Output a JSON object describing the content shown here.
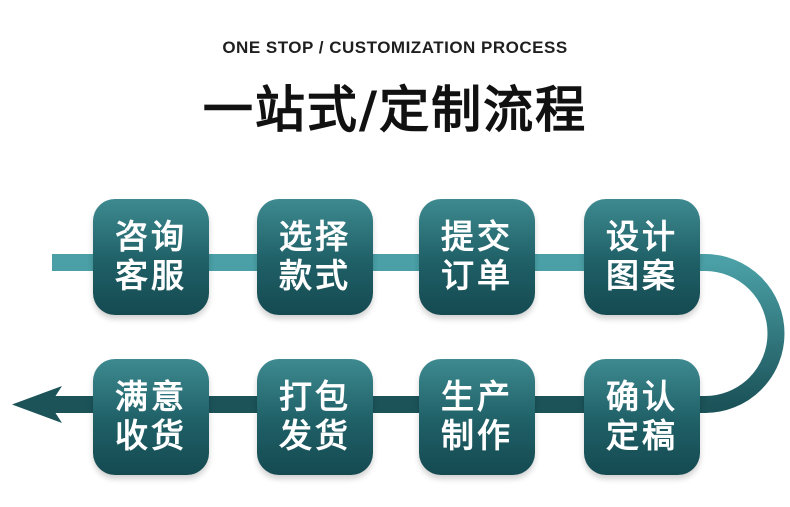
{
  "header": {
    "subtitle": "ONE STOP / CUSTOMIZATION PROCESS",
    "title": "一站式/定制流程"
  },
  "colors": {
    "teal_light": "#4aa0a6",
    "teal_dark": "#1b5359",
    "text_dark": "#111111"
  },
  "steps": [
    {
      "line1": "咨询",
      "line2": "客服"
    },
    {
      "line1": "选择",
      "line2": "款式"
    },
    {
      "line1": "提交",
      "line2": "订单"
    },
    {
      "line1": "设计",
      "line2": "图案"
    },
    {
      "line1": "确认",
      "line2": "定稿"
    },
    {
      "line1": "生产",
      "line2": "制作"
    },
    {
      "line1": "打包",
      "line2": "发货"
    },
    {
      "line1": "满意",
      "line2": "收货"
    }
  ]
}
